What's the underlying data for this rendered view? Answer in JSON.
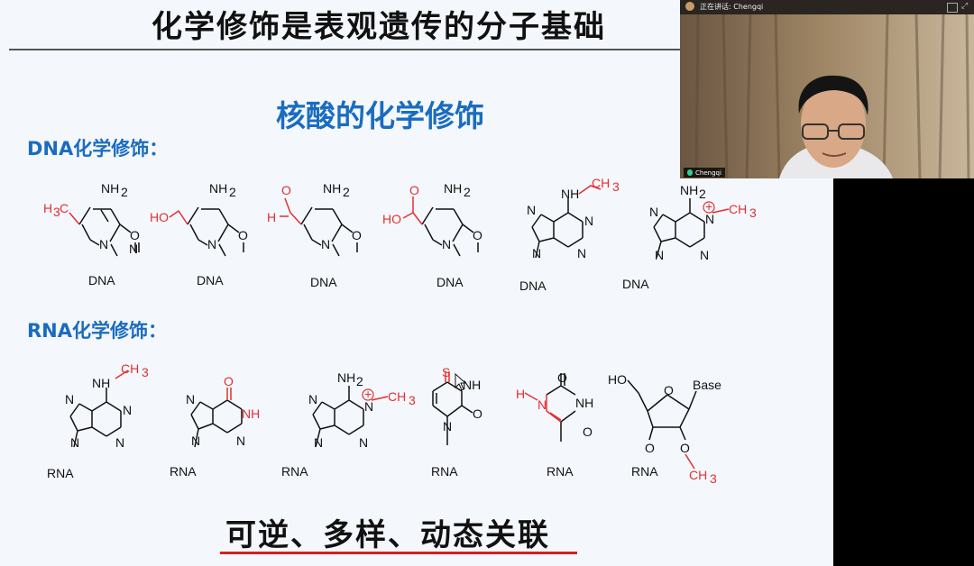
{
  "slide": {
    "title": "化学修饰是表观遗传的分子基础",
    "subtitle": "核酸的化学修饰",
    "dna_label": "DNA化学修饰：",
    "rna_label": "RNA化学修饰：",
    "bottom": "可逆、多样、动态关联",
    "atoms": {
      "nh2": "NH",
      "two": "2",
      "n": "N",
      "o": "O",
      "h": "H",
      "nh": "NH",
      "h3c": "H",
      "three": "3",
      "ch": "CH",
      "ho": "HO",
      "s": "S",
      "dna": "DNA",
      "rna": "RNA",
      "base": "Base",
      "plus": "+"
    }
  },
  "video": {
    "speaking_label": "正在讲话: Chengqi",
    "participant_name": "Chengqi"
  },
  "colors": {
    "accent": "#1a6cc0",
    "modification_red": "#e23030",
    "slide_bg": "#f4f7fc"
  }
}
